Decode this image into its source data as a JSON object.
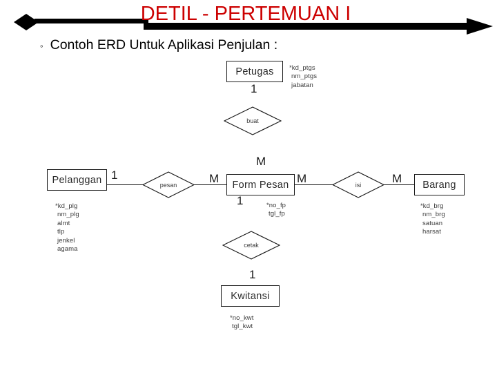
{
  "slide": {
    "title": "DETIL - PERTEMUAN I",
    "title_color": "#CC0000",
    "bullet_glyph": "◦",
    "bullet_text": "Contoh ERD Untuk Aplikasi Penjulan :"
  },
  "erd": {
    "entities": [
      {
        "id": "petugas",
        "label": "Petugas",
        "attributes": [
          "*kd_ptgs",
          "nm_ptgs",
          "jabatan"
        ]
      },
      {
        "id": "pelanggan",
        "label": "Pelanggan",
        "attributes": [
          "*kd_plg",
          "nm_plg",
          "almt",
          "tlp",
          "jenkel",
          "agama"
        ]
      },
      {
        "id": "form-pesan",
        "label": "Form Pesan",
        "attributes": [
          "*no_fp",
          "tgl_fp"
        ]
      },
      {
        "id": "barang",
        "label": "Barang",
        "attributes": [
          "*kd_brg",
          "nm_brg",
          "satuan",
          "harsat"
        ]
      },
      {
        "id": "kwitansi",
        "label": "Kwitansi",
        "attributes": [
          "*no_kwt",
          "tgl_kwt"
        ]
      }
    ],
    "relationships": [
      {
        "id": "buat",
        "label": "buat"
      },
      {
        "id": "pesan",
        "label": "pesan"
      },
      {
        "id": "isi",
        "label": "isi"
      },
      {
        "id": "cetak",
        "label": "cetak"
      }
    ],
    "cardinalities": {
      "petugas_buat": "1",
      "buat_formpesan": "M",
      "pelanggan_pesan": "1",
      "pesan_formpesan": "M",
      "formpesan_isi": "M",
      "isi_barang": "M",
      "formpesan_cetak": "1",
      "cetak_kwitansi": "1"
    }
  }
}
